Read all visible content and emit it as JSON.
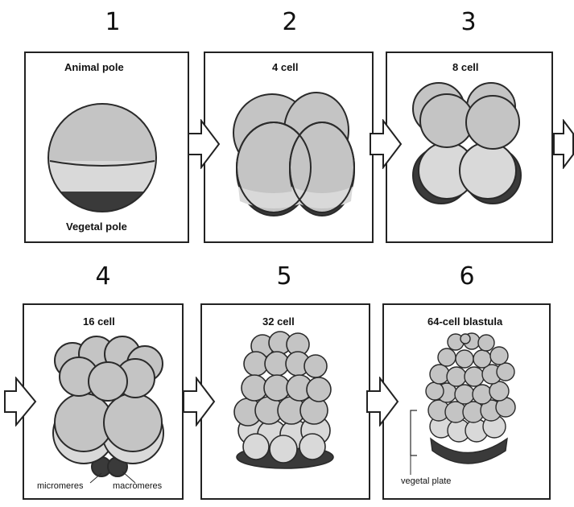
{
  "steps": {
    "s1": {
      "number": "1",
      "title": "Animal pole",
      "bottom_label": "Vegetal pole"
    },
    "s2": {
      "number": "2",
      "title": "4 cell"
    },
    "s3": {
      "number": "3",
      "title": "8 cell"
    },
    "s4": {
      "number": "4",
      "title": "16 cell",
      "label_left": "micromeres",
      "label_right": "macromeres"
    },
    "s5": {
      "number": "5",
      "title": "32 cell"
    },
    "s6": {
      "number": "6",
      "title": "64-cell blastula",
      "label_plate": "vegetal plate"
    }
  },
  "colors": {
    "cell": "#c4c4c4",
    "cell_light": "#d9d9d9",
    "outline": "#2a2a2a",
    "dark": "#3a3a3a"
  }
}
